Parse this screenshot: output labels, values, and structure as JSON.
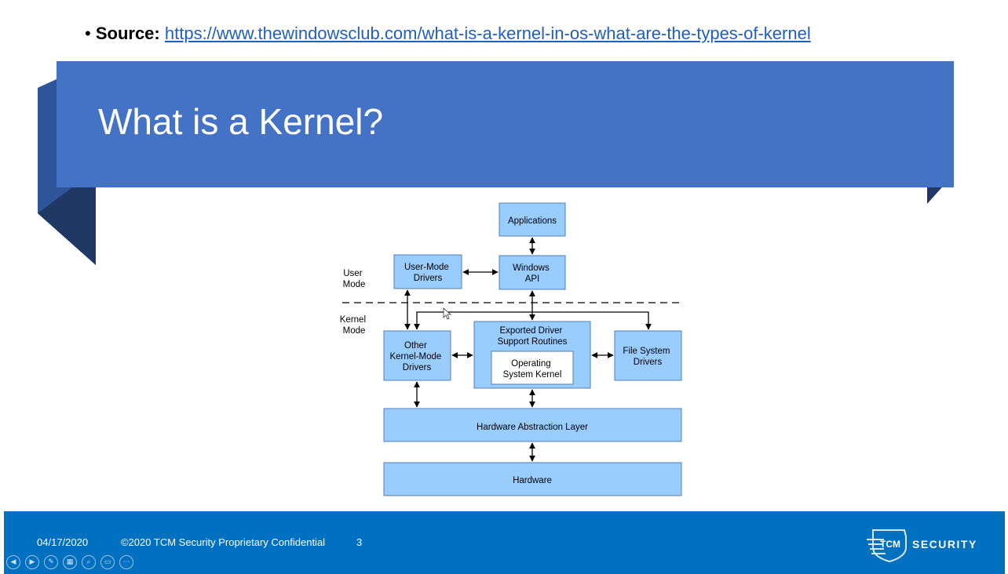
{
  "source": {
    "label": "Source:",
    "url": "https://www.thewindowsclub.com/what-is-a-kernel-in-os-what-are-the-types-of-kernel"
  },
  "slide": {
    "title": "What is a Kernel?"
  },
  "diagram": {
    "applications": [
      "Applications"
    ],
    "windows_api": [
      "Windows",
      "API"
    ],
    "user_mode_drivers": [
      "User-Mode",
      "Drivers"
    ],
    "user_mode_label": [
      "User",
      "Mode"
    ],
    "kernel_mode_label": [
      "Kernel",
      "Mode"
    ],
    "exported_driver": [
      "Exported Driver",
      "Support Routines"
    ],
    "os_kernel": [
      "Operating",
      "System Kernel"
    ],
    "other_drivers": [
      "Other",
      "Kernel-Mode",
      "Drivers"
    ],
    "file_system_drivers": [
      "File System",
      "Drivers"
    ],
    "hal": [
      "Hardware Abstraction Layer"
    ],
    "hardware": [
      "Hardware"
    ],
    "colors": {
      "box_fill": "#99ccff",
      "box_stroke": "#4f81bd"
    }
  },
  "footer": {
    "date": "04/17/2020",
    "copyright": "©2020 TCM Security Proprietary Confidential",
    "page": "3",
    "logo_text": "SECURITY",
    "logo_mark": "TCM"
  },
  "nav_icons": [
    "prev-icon",
    "next-icon",
    "pen-icon",
    "slides-icon",
    "zoom-icon",
    "subtitle-icon",
    "more-icon"
  ]
}
